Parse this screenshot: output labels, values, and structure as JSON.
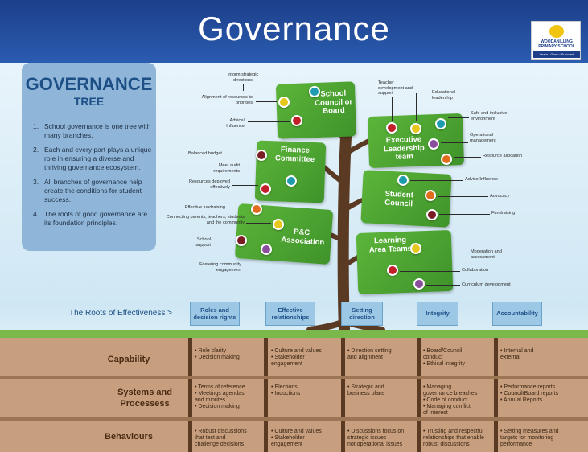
{
  "title": "Governance",
  "logo": {
    "line1": "WOODANILLING",
    "line2": "PRIMARY SCHOOL",
    "motto": "Learn • Grow • Succeed"
  },
  "panel": {
    "title": "GOVERNANCE",
    "subtitle": "TREE",
    "points": [
      {
        "n": "1.",
        "text": "School governance is one tree with many branches."
      },
      {
        "n": "2.",
        "text": "Each and every part plays a unique role in ensuring a diverse and thriving governance ecosystem."
      },
      {
        "n": "3.",
        "text": "All branches of governance help create the conditions for student success."
      },
      {
        "n": "4.",
        "text": "The roots of good governance are its foundation principles."
      }
    ]
  },
  "boxes": {
    "board": "School Council or Board",
    "elt": "Executive Leadership team",
    "finance": "Finance Committee",
    "council": "Student Council",
    "pc": "P&C Association",
    "lat": "Learning Area Teams"
  },
  "labels": {
    "inform": "Inform strategic directions",
    "alignment": "Alignment of resources to priorities",
    "advice_board": "Advice/ Influence",
    "teacher_dev": "Teacher development and support",
    "edu_leadership": "Educational leadership",
    "safe": "Safe and inclusive environment",
    "operational": "Operational management",
    "resource_alloc": "Resource allocation",
    "balanced": "Balanced budget",
    "audit": "Meet audit requirements",
    "deployed": "Resources deployed effectively",
    "sc_advice": "Advice/Influence",
    "advocacy": "Advocacy",
    "fundraising": "Fundraising",
    "eff_fund": "Effective fundraising",
    "connecting": "Connecting parents, teachers, students and the community",
    "support": "School support",
    "fostering": "Fostering community engagement",
    "moderation": "Moderation and assessment",
    "collaboration": "Collaboration",
    "curriculum": "Curriculum development"
  },
  "roots_label": "The Roots of Effectiveness >",
  "roots": [
    "Roles and decision rights",
    "Effective relationships",
    "Setting direction",
    "Integrity",
    "Accountability"
  ],
  "rows": [
    {
      "label": "Capability",
      "cells": [
        [
          "• Role clarity",
          "• Decision making"
        ],
        [
          "• Culture and values",
          "• Stakeholder",
          "  engagement"
        ],
        [
          "• Direction setting",
          "  and alignment"
        ],
        [
          "• Board/Council",
          "  conduct",
          "• Ethical integrity"
        ],
        [
          "• Internal and",
          "  external"
        ]
      ]
    },
    {
      "label": "Systems and Processess",
      "cells": [
        [
          "• Terms of reference",
          "• Meetings agendas",
          "  and minutes",
          "• Decision making"
        ],
        [
          "• Elections",
          "• Inductions"
        ],
        [
          "• Strategic and",
          "  business plans"
        ],
        [
          "• Managing",
          "  governance breaches",
          "• Code of conduct",
          "• Managing conflict",
          "  of interest"
        ],
        [
          "• Performance reports",
          "• Council/Board reports",
          "• Annual Reports"
        ]
      ]
    },
    {
      "label": "Behaviours",
      "cells": [
        [
          "• Robust discussions",
          "  that test and",
          "  challenge decisions"
        ],
        [
          "• Culture and values",
          "• Stakeholder",
          "  engagement"
        ],
        [
          "• Discussions focus on",
          "  strategic issues",
          "  not operational issues"
        ],
        [
          "• Trusting and respectful",
          "  relationships that enable",
          "  robust discussions"
        ],
        [
          "• Setting measures and",
          "  targets for monitoring",
          "  performance"
        ]
      ]
    }
  ],
  "colors": {
    "header": "#1d3f8a",
    "leaf": "#4fa733",
    "trunk": "#5a3a22",
    "soil": "#c79f7e",
    "panel": "#8fb6d8"
  }
}
